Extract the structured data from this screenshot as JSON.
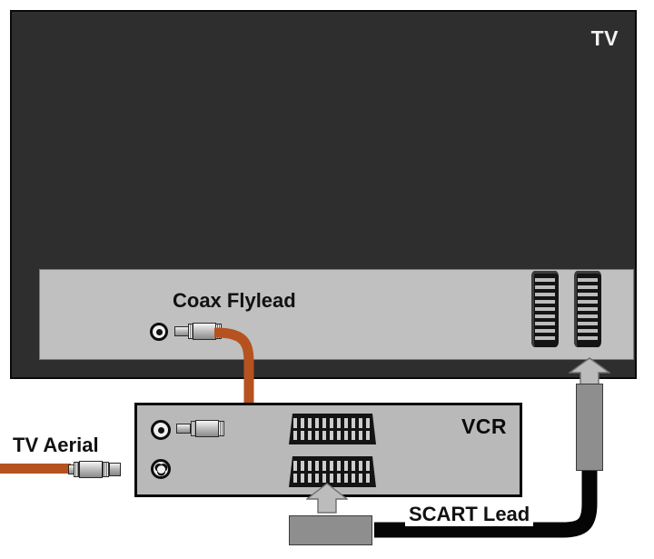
{
  "diagram": {
    "title": "TV and VCR aerial / SCART connection diagram",
    "devices": {
      "tv": {
        "label": "TV",
        "body_color": "#2e2e2e",
        "panel_color": "#c0c0c0"
      },
      "vcr": {
        "label": "VCR",
        "body_color": "#b9b9b9",
        "border_color": "#0a0a0a"
      }
    },
    "labels": {
      "coax_flylead": "Coax Flylead",
      "tv_aerial": "TV Aerial",
      "scart_lead": "SCART Lead"
    },
    "cables": {
      "coax_color": "#b6521f",
      "scart_color": "#050505",
      "plug_body_color": "#8e8e8e"
    },
    "connectors": {
      "tv_scart_sockets": 2,
      "vcr_scart_sockets": 2,
      "tv_coax_ports": 1,
      "vcr_coax_ports": 2
    }
  }
}
